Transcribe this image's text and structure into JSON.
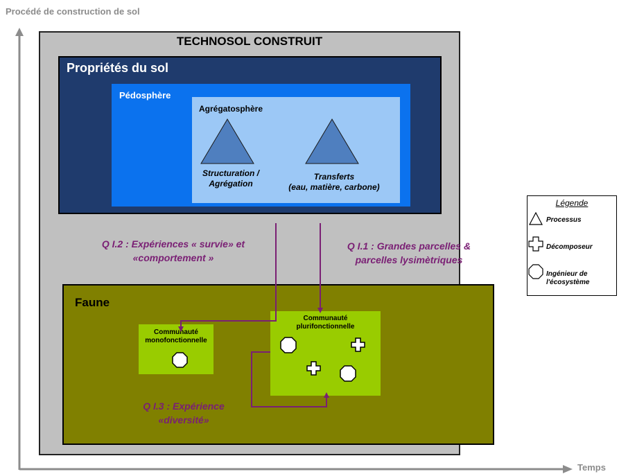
{
  "axes": {
    "y_label": "Procédé de construction de sol",
    "x_label": "Temps",
    "color": "#8c8c8c"
  },
  "technosol": {
    "title": "TECHNOSOL CONSTRUIT"
  },
  "proprietes": {
    "title": "Propriétés du sol"
  },
  "pedosphere": {
    "title": "Pédosphère"
  },
  "agregatosphere": {
    "title": "Agrégatosphère",
    "processes": [
      {
        "line1": "Structuration /",
        "line2": "Agrégation"
      },
      {
        "line1": "Transferts",
        "line2": "(eau, matière, carbone)"
      }
    ]
  },
  "questions": {
    "q12": {
      "line1": "Q I.2 : Expériences « survie» et",
      "line2": "«comportement »"
    },
    "q11": {
      "line1": "Q I.1 : Grandes parcelles &",
      "line2": "parcelles lysimètriques"
    },
    "q13": {
      "line1": "Q I.3 : Expérience",
      "line2": "«diversité»"
    }
  },
  "faune": {
    "title": "Faune",
    "communities": [
      {
        "line1": "Communauté",
        "line2": "monofonctionnelle"
      },
      {
        "line1": "Communauté",
        "line2": "plurifonctionnelle"
      }
    ]
  },
  "legend": {
    "title": "Légende",
    "items": [
      {
        "icon": "triangle-icon",
        "label1": "Processus",
        "label2": ""
      },
      {
        "icon": "cross-icon",
        "label1": "Décomposeur",
        "label2": ""
      },
      {
        "icon": "octagon-icon",
        "label1": "Ingénieur de",
        "label2": "l'écosystème"
      }
    ]
  },
  "colors": {
    "outer": "#c0c0c0",
    "proprietes": "#1f3b6d",
    "pedosphere": "#0b72ee",
    "agregatosphere": "#9cc8f6",
    "faune": "#808000",
    "community": "#99cc00",
    "question": "#7a1f74",
    "triangle": "#4f7fbf"
  }
}
